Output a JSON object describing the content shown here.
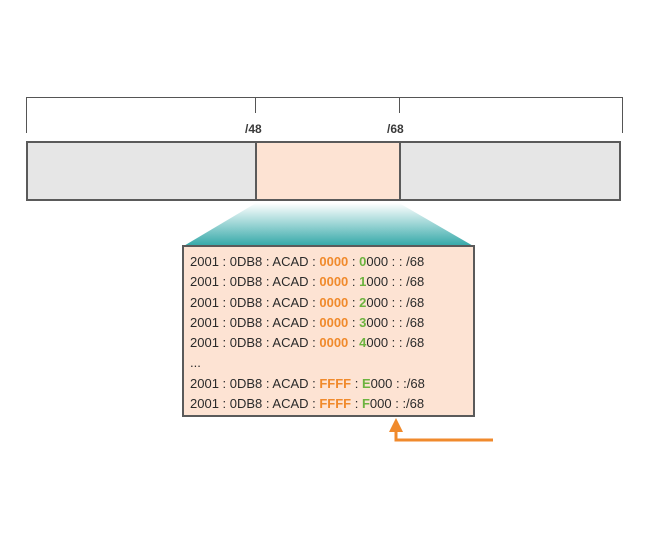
{
  "markers": [
    "/48",
    "/68"
  ],
  "subnets": [
    {
      "prefix": "2001 : 0DB8 : ACAD : ",
      "subnet_id": "0000",
      "sep": " : ",
      "nibble": "0",
      "rest": "000 : : /68"
    },
    {
      "prefix": "2001 : 0DB8 : ACAD : ",
      "subnet_id": "0000",
      "sep": " : ",
      "nibble": "1",
      "rest": "000 : : /68"
    },
    {
      "prefix": "2001 : 0DB8 : ACAD : ",
      "subnet_id": "0000",
      "sep": " : ",
      "nibble": "2",
      "rest": "000 : : /68"
    },
    {
      "prefix": "2001 : 0DB8 : ACAD : ",
      "subnet_id": "0000",
      "sep": " : ",
      "nibble": "3",
      "rest": "000 : : /68"
    },
    {
      "prefix": "2001 : 0DB8 : ACAD : ",
      "subnet_id": "0000",
      "sep": " : ",
      "nibble": "4",
      "rest": "000 : : /68"
    }
  ],
  "ellipsis": "...",
  "last_subnets": [
    {
      "prefix": "2001 : 0DB8 : ACAD : ",
      "subnet_id": "FFFF",
      "sep": " : ",
      "nibble": "E",
      "rest": "000 : :/68"
    },
    {
      "prefix": "2001 : 0DB8 : ACAD : ",
      "subnet_id": "FFFF",
      "sep": " : ",
      "nibble": "F",
      "rest": "000 : :/68"
    }
  ],
  "colors": {
    "highlight_orange": "#f08a2c",
    "nibble_green": "#6cb33f",
    "segment_highlight": "#fde3d3",
    "segment_gray": "#e6e6e6",
    "zoom_teal": "#2fa6a6",
    "arrow_orange": "#f08a2c"
  }
}
